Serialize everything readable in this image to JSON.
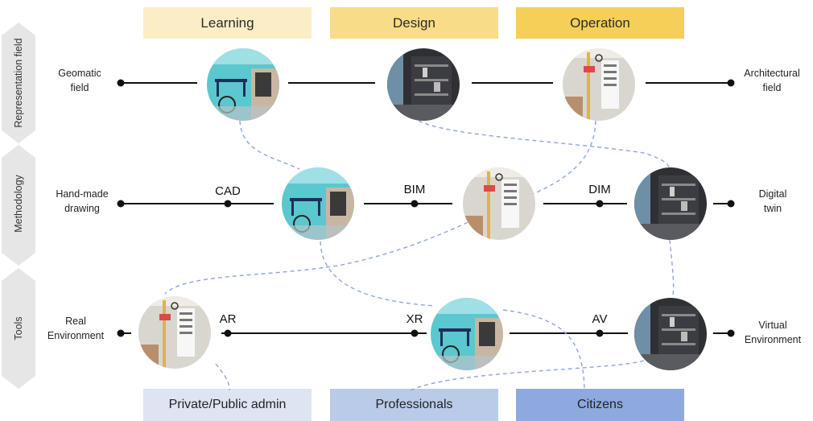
{
  "phases": [
    "Learning",
    "Design",
    "Operation"
  ],
  "audiences": [
    "Private/Public admin",
    "Professionals",
    "Citizens"
  ],
  "side_labels": {
    "representation": "Representation field",
    "methodology": "Methodology",
    "tools": "Tools"
  },
  "rows": {
    "representation": {
      "left": "Geomatic\nfield",
      "right": "Architectural\nfield"
    },
    "methodology": {
      "left": "Hand-made\ndrawing",
      "right": "Digital\ntwin",
      "marks": [
        "CAD",
        "BIM",
        "DIM"
      ]
    },
    "tools": {
      "left": "Real\nEnvironment",
      "right": "Virtual\nEnvironment",
      "marks": [
        "AR",
        "XR",
        "AV"
      ]
    }
  },
  "colors": {
    "learning": "#fbeec6",
    "design": "#f8dc87",
    "operation": "#f6cf58",
    "admin": "#dde5f3",
    "professionals": "#b9cbe8",
    "citizens": "#8ea9dd",
    "dashed": "#8fa6d8"
  },
  "photos": {
    "teal_room": "teal-classroom-photo",
    "lab_wall": "lab-wall-with-notes-photo",
    "dark_shelves": "dark-storage-shelves-photo"
  }
}
